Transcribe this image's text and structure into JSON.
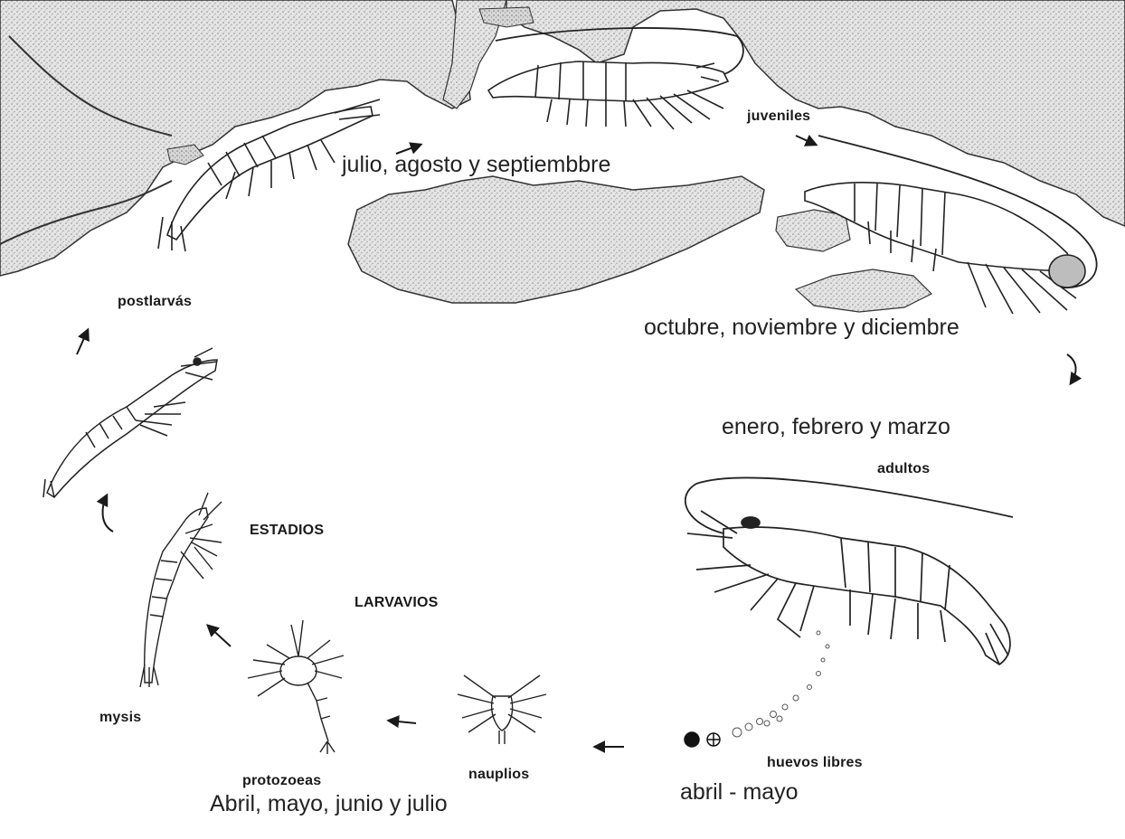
{
  "figure": {
    "regions": {
      "land_top_left": "Costa / tierra (arriba a la izquierda)",
      "land_top_right": "Costa / tierra (arriba a la derecha)"
    },
    "stage_labels": {
      "juveniles": "juveniles",
      "postlarvas": "postlarvás",
      "adultos": "adultos",
      "estadios": "ESTADIOS",
      "larvarios": "LARVAVIOS",
      "mysis": "mysis",
      "protozoeas": "protozoeas",
      "nauplios": "nauplios",
      "huevos": "huevos libres"
    },
    "month_labels": {
      "jul_sep": "julio, agosto y septiembbre",
      "oct_dic": "octubre, noviembre y diciembre",
      "ene_mar": "enero, febrero y marzo",
      "abr_jul": "Abril, mayo, junio y julio",
      "abr_may": "abril - mayo"
    },
    "colors": {
      "ink": "#1a1a1a",
      "land": "#d9d9d9",
      "paper": "#ffffff"
    }
  }
}
